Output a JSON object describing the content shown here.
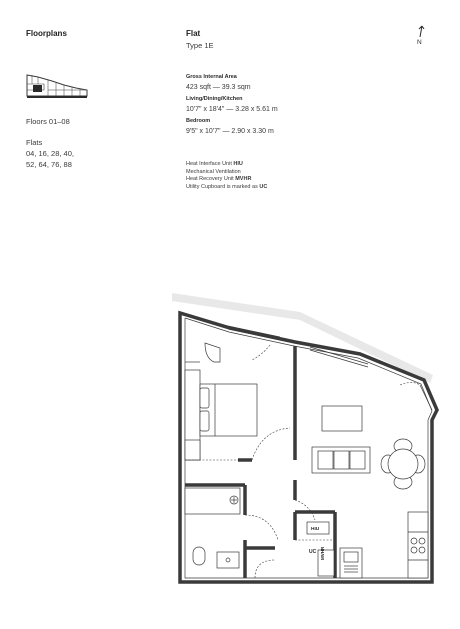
{
  "header": {
    "section_title": "Floorplans",
    "unit_title": "Flat",
    "unit_type": "Type 1E",
    "north_label": "N"
  },
  "left": {
    "floors": "Floors 01–08",
    "flats_heading": "Flats",
    "flats_line1": "04, 16, 28, 40,",
    "flats_line2": "52, 64, 76, 88"
  },
  "areas": {
    "gia_label": "Gross Internal Area",
    "gia_value": "423 sqft — 39.3 sqm",
    "living_label": "Living/Dining/Kitchen",
    "living_value": "10'7\" x 18'4\" — 3.28 x 5.61 m",
    "bedroom_label": "Bedroom",
    "bedroom_value": "9'5\" x 10'7\" — 2.90 x 3.30 m"
  },
  "legend": {
    "hiu_text": "Heat Interface Unit",
    "hiu_abbr": "HIU",
    "mech_text": "Mechanical Ventilation",
    "mvhr_text": "Heat Recovery Unit",
    "mvhr_abbr": "MVHR",
    "uc_text": "Utility Cupboard is marked as",
    "uc_abbr": "UC"
  },
  "plan": {
    "hiu_tag": "HIU",
    "mvhr_tag": "MVHR",
    "uc_tag": "UC"
  },
  "colors": {
    "wall": "#3a3a3a",
    "balcony": "#e6e6e6",
    "ink": "#2a2a2a"
  }
}
